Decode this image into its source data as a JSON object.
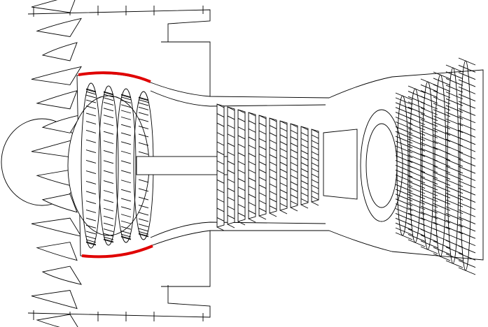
{
  "diagram": {
    "subject": "turbofan-engine-cutaway",
    "colors": {
      "line": "#000000",
      "background": "#ffffff",
      "highlight": "#e00000"
    },
    "components": {
      "fan_blades": 14,
      "booster_stages": 4,
      "hpc_stages": 10,
      "lpt_stages": 6
    }
  }
}
